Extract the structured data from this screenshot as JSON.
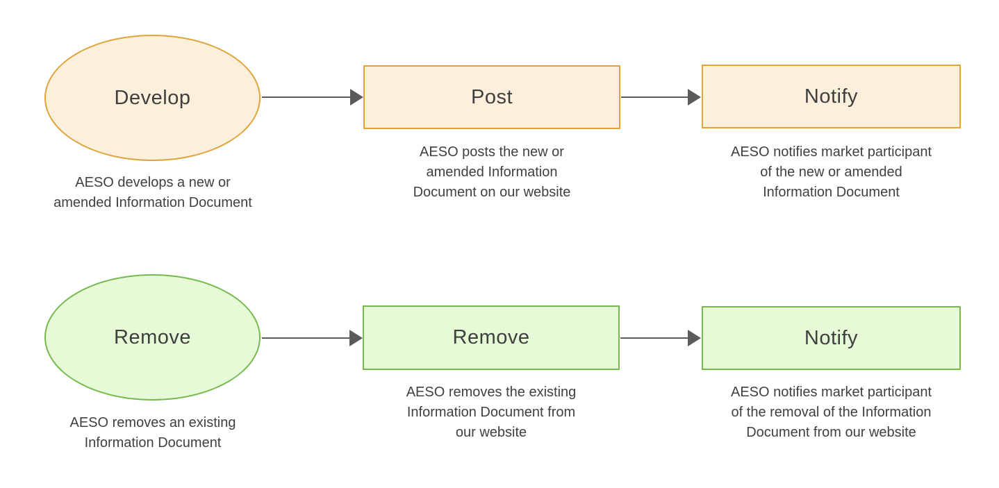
{
  "diagram": {
    "title": "AESO Information Document lifecycle flowchart",
    "colors": {
      "orange_border": "#DFA43A",
      "orange_fill": "#FCF0DC",
      "green_border": "#76B94E",
      "green_fill": "#E6FAD7",
      "arrow": "#5B5B5B",
      "text": "#404040",
      "background": "#FFFFFF"
    },
    "rows": [
      {
        "name": "develop-post-notify-flow",
        "theme": "orange",
        "nodes": [
          {
            "shape": "ellipse",
            "label": "Develop",
            "caption": "AESO develops a new or\namended Information Document"
          },
          {
            "shape": "rect",
            "label": "Post",
            "caption": "AESO posts the new or\namended Information\nDocument on our website"
          },
          {
            "shape": "rect",
            "label": "Notify",
            "caption": "AESO notifies market participant\nof the new or amended\nInformation Document"
          }
        ]
      },
      {
        "name": "remove-notify-flow",
        "theme": "green",
        "nodes": [
          {
            "shape": "ellipse",
            "label": "Remove",
            "caption": "AESO removes an existing\nInformation Document"
          },
          {
            "shape": "rect",
            "label": "Remove",
            "caption": "AESO removes the existing\nInformation Document from\nour website"
          },
          {
            "shape": "rect",
            "label": "Notify",
            "caption": "AESO notifies market participant\nof the removal of the Information\nDocument from our website"
          }
        ]
      }
    ]
  }
}
